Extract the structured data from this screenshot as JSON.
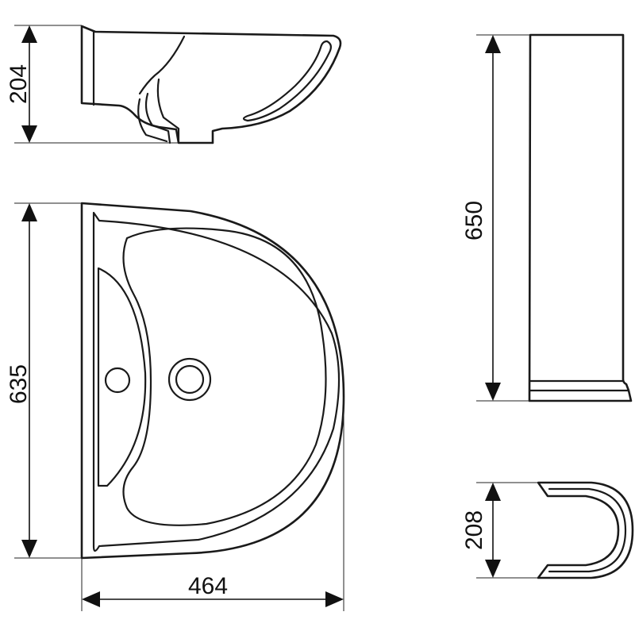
{
  "dimensions": {
    "basin_depth": "204",
    "basin_length": "635",
    "basin_width": "464",
    "pedestal_height": "650",
    "pedestal_depth": "208"
  },
  "colors": {
    "line": "#1a1a1a",
    "background": "#ffffff"
  }
}
